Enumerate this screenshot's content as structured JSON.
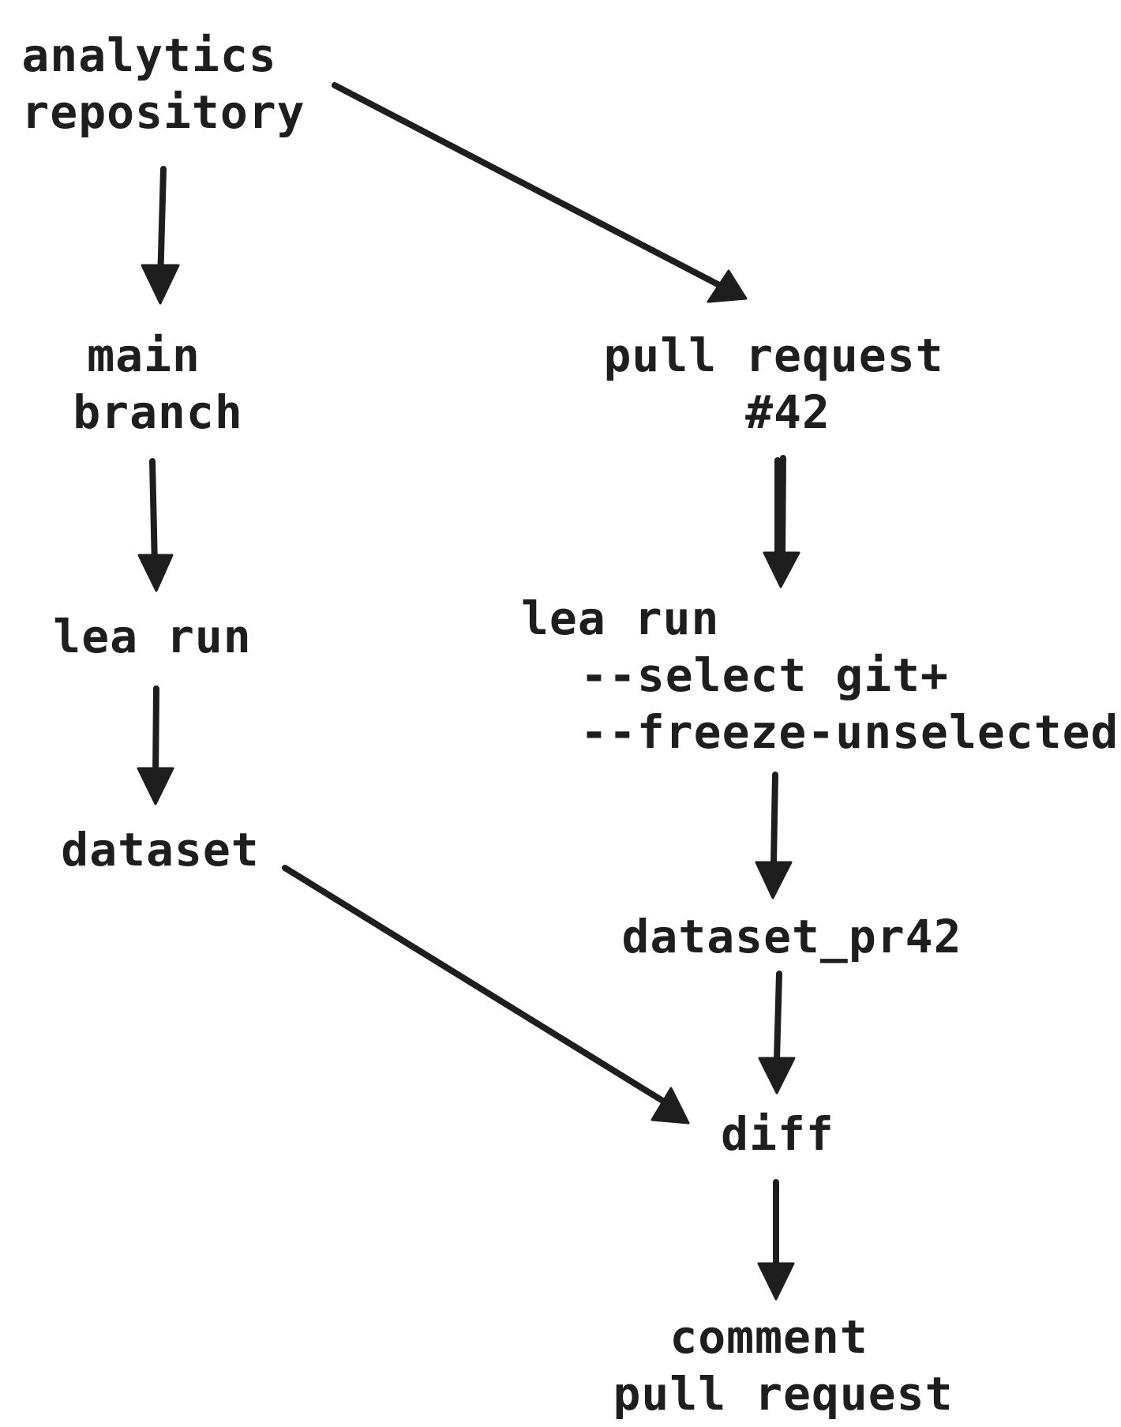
{
  "nodes": {
    "repo": {
      "lines": [
        "analytics",
        "repository"
      ]
    },
    "main": {
      "lines": [
        "main",
        "branch"
      ]
    },
    "pr": {
      "lines": [
        "pull request",
        "#42"
      ]
    },
    "lea_main": {
      "lines": [
        "lea run"
      ]
    },
    "lea_pr": {
      "lines": [
        "lea run",
        "--select git+",
        "--freeze-unselected"
      ]
    },
    "dataset": {
      "lines": [
        "dataset"
      ]
    },
    "dataset_pr": {
      "lines": [
        "dataset_pr42"
      ]
    },
    "diff": {
      "lines": [
        "diff"
      ]
    },
    "comment": {
      "lines": [
        "comment",
        "pull request"
      ]
    }
  },
  "edges": [
    {
      "from": "repo",
      "to": "main"
    },
    {
      "from": "repo",
      "to": "pr"
    },
    {
      "from": "main",
      "to": "lea_main"
    },
    {
      "from": "pr",
      "to": "lea_pr"
    },
    {
      "from": "lea_main",
      "to": "dataset"
    },
    {
      "from": "lea_pr",
      "to": "dataset_pr"
    },
    {
      "from": "dataset",
      "to": "diff"
    },
    {
      "from": "dataset_pr",
      "to": "diff"
    },
    {
      "from": "diff",
      "to": "comment"
    }
  ],
  "colors": {
    "ink": "#1e1e1e",
    "background": "#ffffff"
  }
}
